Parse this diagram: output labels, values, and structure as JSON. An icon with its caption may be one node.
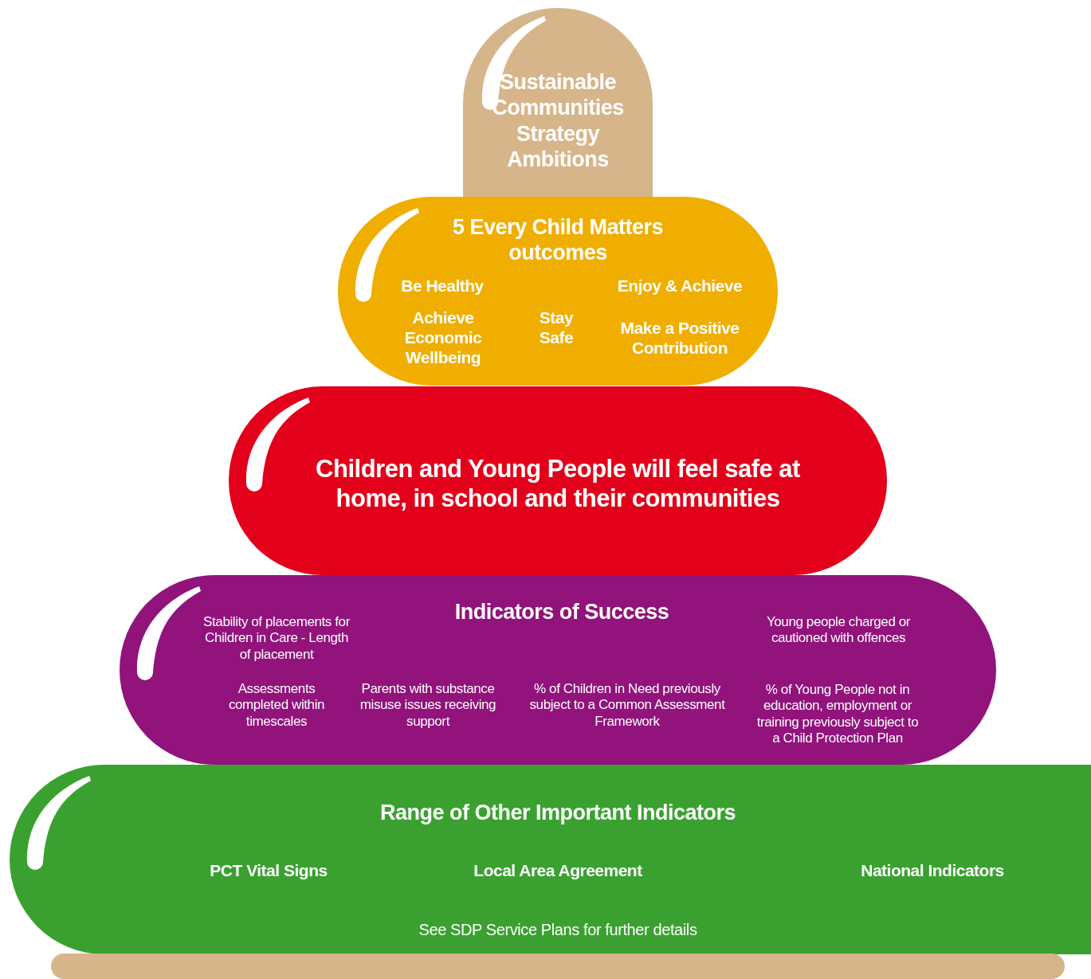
{
  "diagram": {
    "nodes": [
      {
        "text": [
          "Sustainable Communities Strategy Ambitions"
        ]
      },
      {
        "text": [
          "5 Every Child Matters outcomes",
          "Be Healthy",
          "Enjoy & Achieve",
          "Achieve Economic Wellbeing",
          "Stay Safe",
          "Make a Positive Contribution"
        ]
      },
      {
        "text": [
          "Children and Young People will feel safe at home, in school and their communities"
        ]
      },
      {
        "text": [
          "Indicators of Success",
          "Stability of placements for Children in Care - Length of placement",
          "Young people charged or cautioned with offences",
          "Assessments completed within timescales",
          "Parents with substance misuse issues receiving support",
          "% of Children in Need previously subject to a Common Assessment Framework",
          "% of Young People not in education, employment or training previously subject to a Child Protection Plan"
        ]
      },
      {
        "text": [
          "Range of Other Important Indicators",
          "PCT Vital Signs",
          "Local Area Agreement",
          "National Indicators",
          "See SDP Service Plans for further details"
        ]
      },
      {
        "text": [],
        "shape": "bar"
      }
    ]
  }
}
